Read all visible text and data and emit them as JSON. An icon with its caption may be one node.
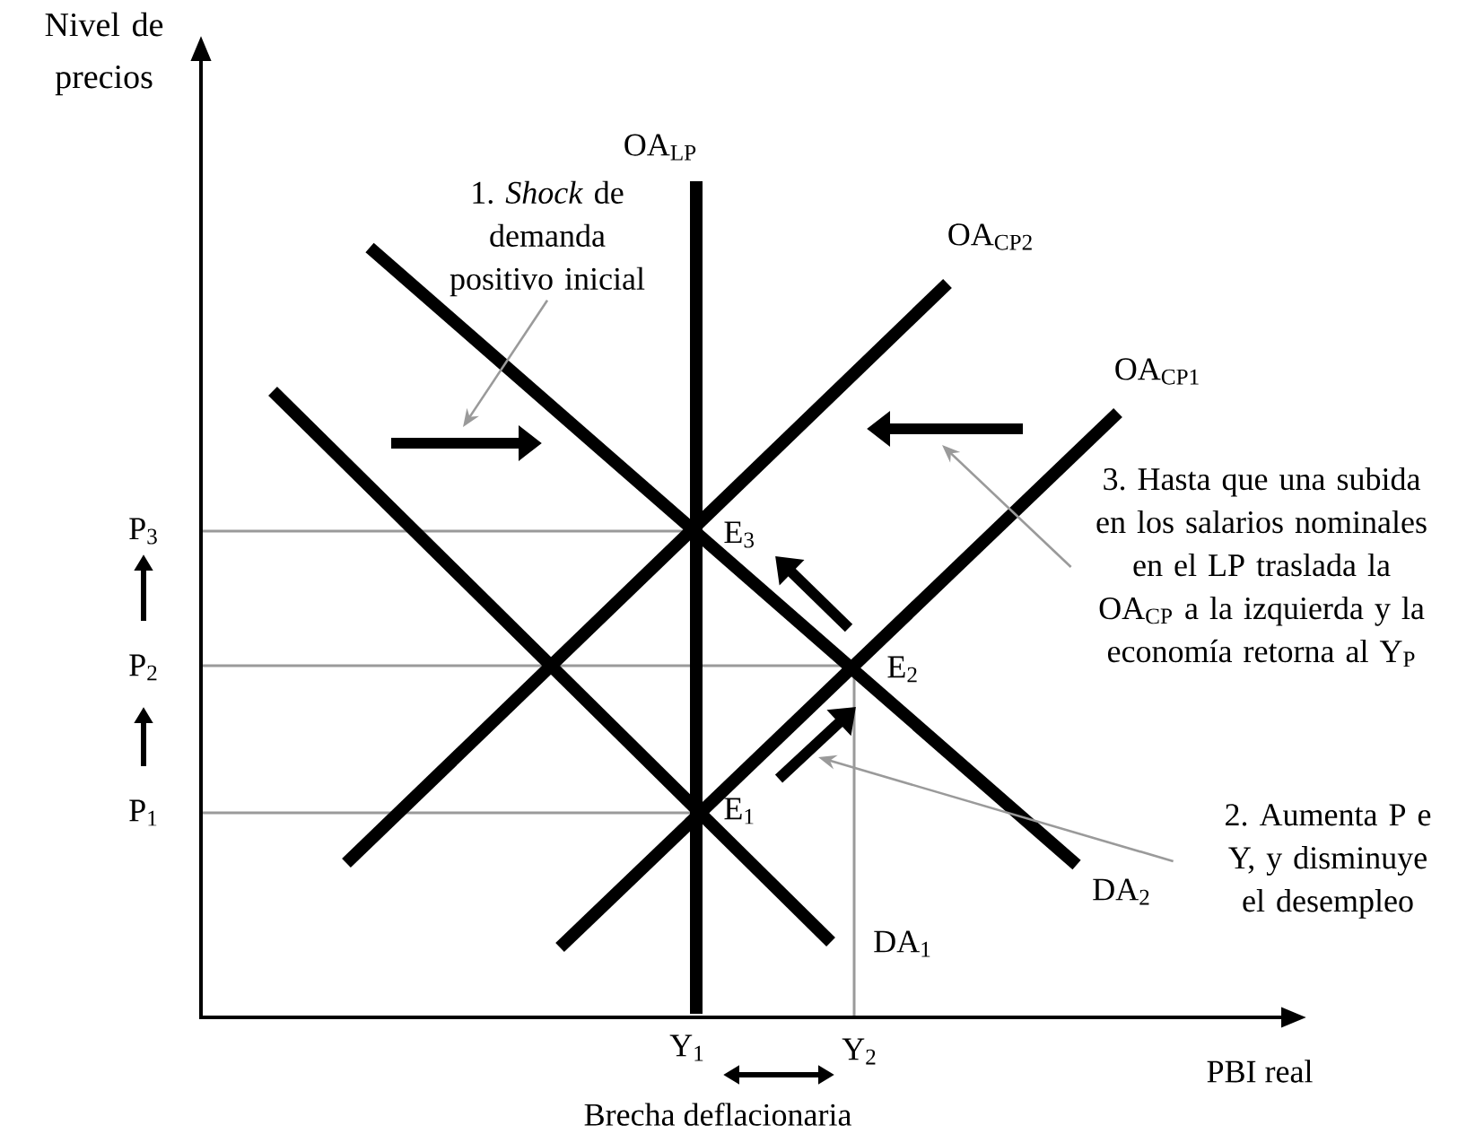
{
  "diagram": {
    "nodes": [
      {
        "text": [
          "1. *Shock* de demanda positivo inicial"
        ]
      },
      {
        "text": [
          "3. Hasta que una subida en los salarios nominales en el LP traslada la OA$_{CP}$ a la izquierda y la economía retorna al Y$_{P}$"
        ]
      },
      {
        "text": [
          "2. Aumenta P e Y, y disminuye el desempleo"
        ]
      }
    ],
    "edges": [
      {
        "from": 0,
        "to": null,
        "arrow": "to"
      },
      {
        "from": 1,
        "to": null,
        "arrow": "to"
      },
      {
        "from": 2,
        "to": null,
        "arrow": "to"
      }
    ],
    "labels": [
      "Nivel de precios",
      "OA$_{LP}$",
      "OA$_{CP2}$",
      "OA$_{CP1}$",
      "P$_{3}$",
      "E$_{3}$",
      "P$_{2}$",
      "E$_{2}$",
      "P$_{1}$",
      "E$_{1}$",
      "DA$_{2}$",
      "DA$_{1}$",
      "Y$_{1}$",
      "Y$_{2}$",
      "PBI real",
      "Brecha deflacionaria"
    ]
  }
}
